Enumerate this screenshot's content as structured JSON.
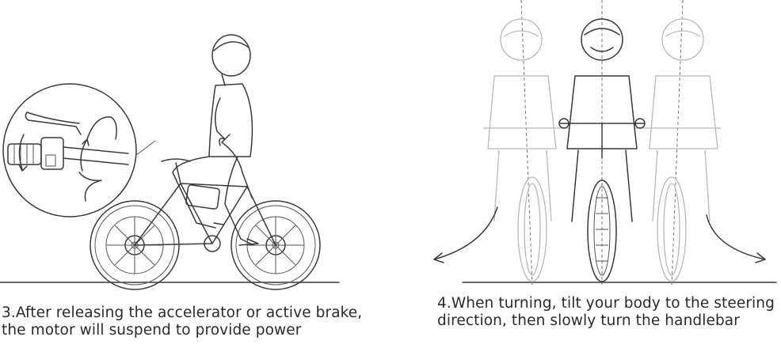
{
  "captions": {
    "left_line1": "3.After releasing the accelerator or active brake,",
    "left_line2": "the motor will suspend to provide power",
    "right_line1": "4.When turning, tilt your body to the steering",
    "right_line2": "direction, then slowly turn the handlebar"
  },
  "icons": {
    "rider_left": "rider-on-ebike-icon",
    "inset": "throttle-brake-detail-icon",
    "riders_right": "rider-tilting-front-view-icon",
    "turn_arrows": "curved-turn-arrow-icon"
  }
}
